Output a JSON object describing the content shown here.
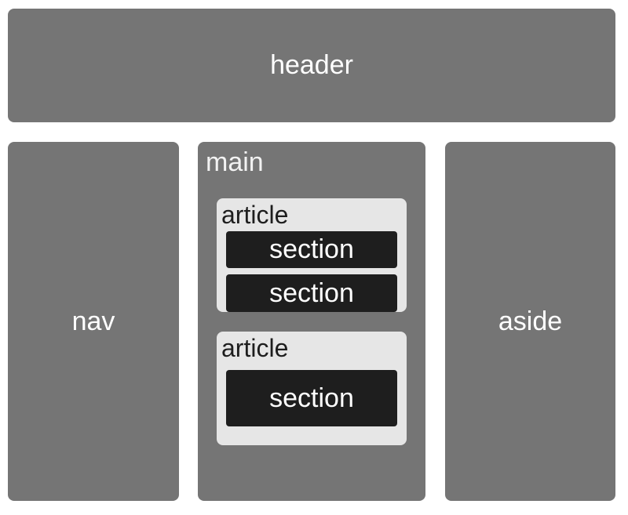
{
  "header": {
    "label": "header"
  },
  "nav": {
    "label": "nav"
  },
  "main": {
    "label": "main",
    "articles": [
      {
        "label": "article",
        "sections": [
          "section",
          "section"
        ]
      },
      {
        "label": "article",
        "sections": [
          "section"
        ]
      }
    ]
  },
  "aside": {
    "label": "aside"
  },
  "colors": {
    "block": "#757575",
    "article": "#e6e6e6",
    "section": "#1e1e1e",
    "label_light": "#ffffff",
    "label_dark": "#1e1e1e"
  }
}
